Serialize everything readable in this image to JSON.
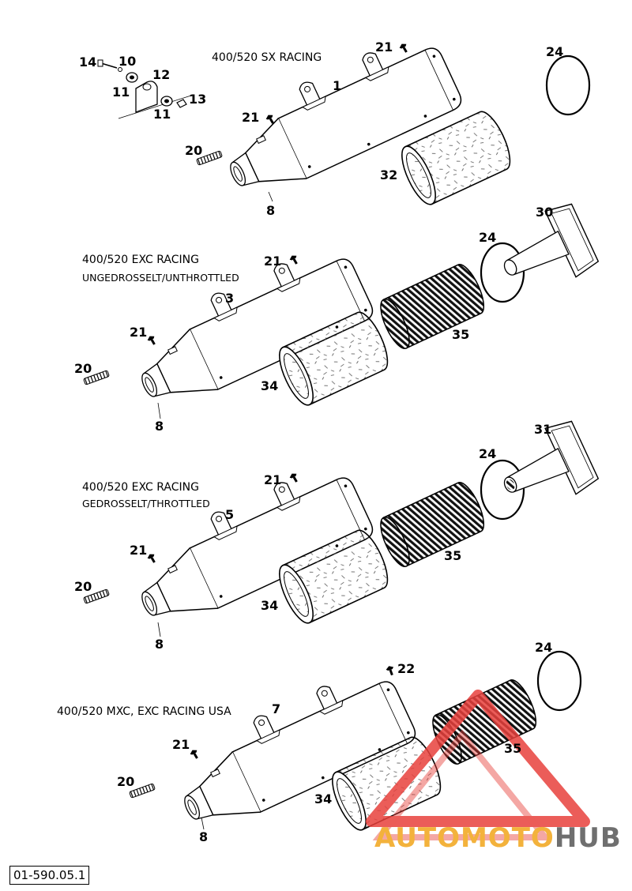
{
  "groups": [
    {
      "title": "400/520 SX RACING",
      "subtitle": "",
      "muffler_no": "1",
      "end_cap_no": "",
      "packing_no": "32",
      "mesh_no": ""
    },
    {
      "title": "400/520 EXC RACING",
      "subtitle": "UNGEDROSSELT/UNTHROTTLED",
      "muffler_no": "3",
      "end_cap_no": "30",
      "packing_no": "34",
      "mesh_no": "35"
    },
    {
      "title": "400/520 EXC RACING",
      "subtitle": "GEDROSSELT/THROTTLED",
      "muffler_no": "5",
      "end_cap_no": "31",
      "packing_no": "34",
      "mesh_no": "35"
    },
    {
      "title": "400/520 MXC, EXC RACING USA",
      "subtitle": "",
      "muffler_no": "7",
      "end_cap_no": "",
      "packing_no": "34",
      "mesh_no": "35"
    }
  ],
  "common_parts": {
    "rivet": "21",
    "spring": "20",
    "inlet": "8",
    "o_ring": "24",
    "rivet_22": "22"
  },
  "hardware": {
    "bolt": "14",
    "washer": "10",
    "bushing": "11",
    "bracket": "12",
    "nut": "13"
  },
  "diagram_code": "01-590.05.1",
  "watermark": {
    "part1": "AUTOMOTO",
    "part2": "HUB",
    "color_red": "#e8413d",
    "color_yellow": "#f3b23c",
    "color_gray": "#6f6f6f"
  }
}
